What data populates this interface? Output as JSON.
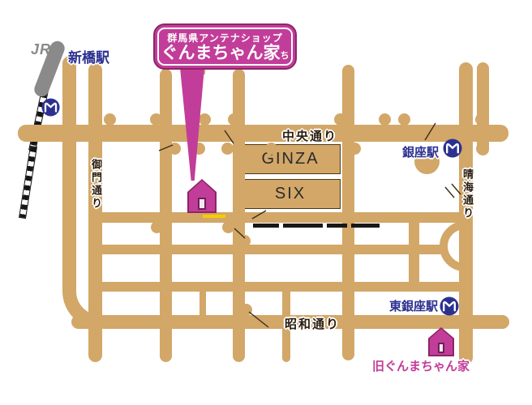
{
  "colors": {
    "road": "#d2a768",
    "magenta": "#c23d99",
    "magenta_dark": "#8d2566",
    "navy": "#2c3190",
    "ink": "#2a1c0e",
    "yellow": "#f2ce05",
    "jr_gray": "#8a8a8a"
  },
  "callout": {
    "subtitle": "群馬県アンテナショップ",
    "title": "ぐんまちゃん家",
    "furigana": "ち"
  },
  "stations": {
    "shimbashi": "新橋駅",
    "ginza": "銀座駅",
    "higashi_ginza": "東銀座駅"
  },
  "streets": {
    "chuo": "中央通り",
    "showa": "昭和通り",
    "gomon": "御門通り",
    "harumi": "晴海通り"
  },
  "landmarks": {
    "ginza_six_line1": "GINZA",
    "ginza_six_line2": "SIX",
    "old_shop": "旧ぐんまちゃん家",
    "jr": "JR"
  }
}
